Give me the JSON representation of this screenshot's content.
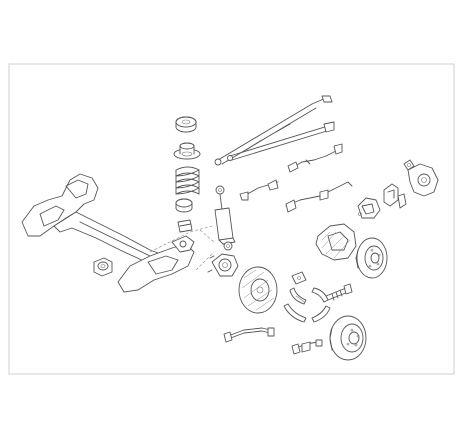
{
  "colors": {
    "background": "#ffffff",
    "line": "#555555",
    "frame": "#cfcfcf"
  },
  "parts": [
    "rear-axle-beam",
    "axle-bushing",
    "spring-upper-mount",
    "spring-seat",
    "coil-spring",
    "spring-lower-pad",
    "bump-stop",
    "shock-absorber",
    "handbrake-cable-long",
    "handbrake-cable",
    "brake-hose",
    "brake-line",
    "wheel-hub-carrier",
    "brake-caliper-bracket",
    "brake-caliper",
    "brake-disc",
    "disc-backing-plate",
    "brake-drum",
    "drum-backing-plate",
    "brake-shoes",
    "wheel-cylinder",
    "shoe-adjuster",
    "brake-pipe",
    "hub-bearing"
  ]
}
